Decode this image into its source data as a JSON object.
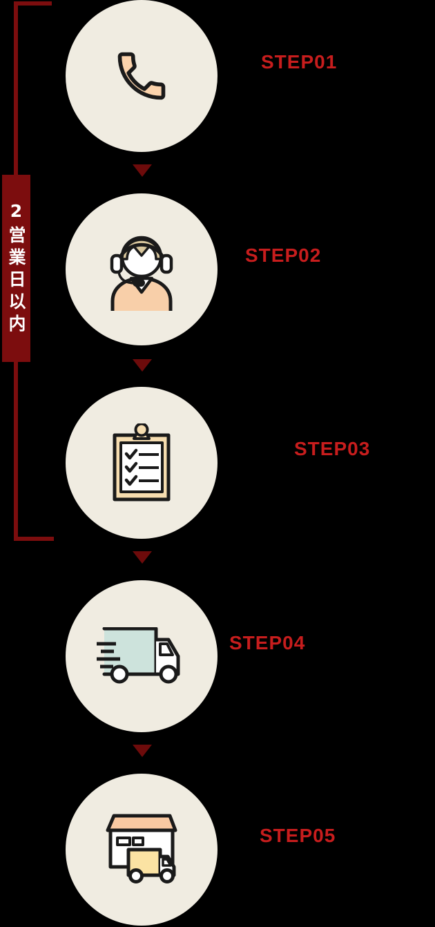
{
  "duration_label": {
    "text": "2営業日以内"
  },
  "steps": [
    {
      "label": "STEP01",
      "icon": "phone-icon"
    },
    {
      "label": "STEP02",
      "icon": "call-operator-icon"
    },
    {
      "label": "STEP03",
      "icon": "order-checklist-icon"
    },
    {
      "label": "STEP04",
      "icon": "shipping-truck-icon"
    },
    {
      "label": "STEP05",
      "icon": "home-delivery-icon"
    }
  ],
  "colors": {
    "step_label_red": "#c71d1d",
    "dark_red": "#7c0d0e",
    "arrow_red": "#6d0b0b",
    "circle_cream": "#f0ece1",
    "outline_black": "#1a1a1a",
    "phone_peach": "#fbd3ac",
    "skin_peach": "#f8cfa9",
    "hair_tan": "#d9c79d",
    "clipboard_tan": "#f6ddb0",
    "truck_mint": "#cde3dc",
    "truck_yellow": "#fbe3a3",
    "roof_peach": "#f9c9a2"
  }
}
